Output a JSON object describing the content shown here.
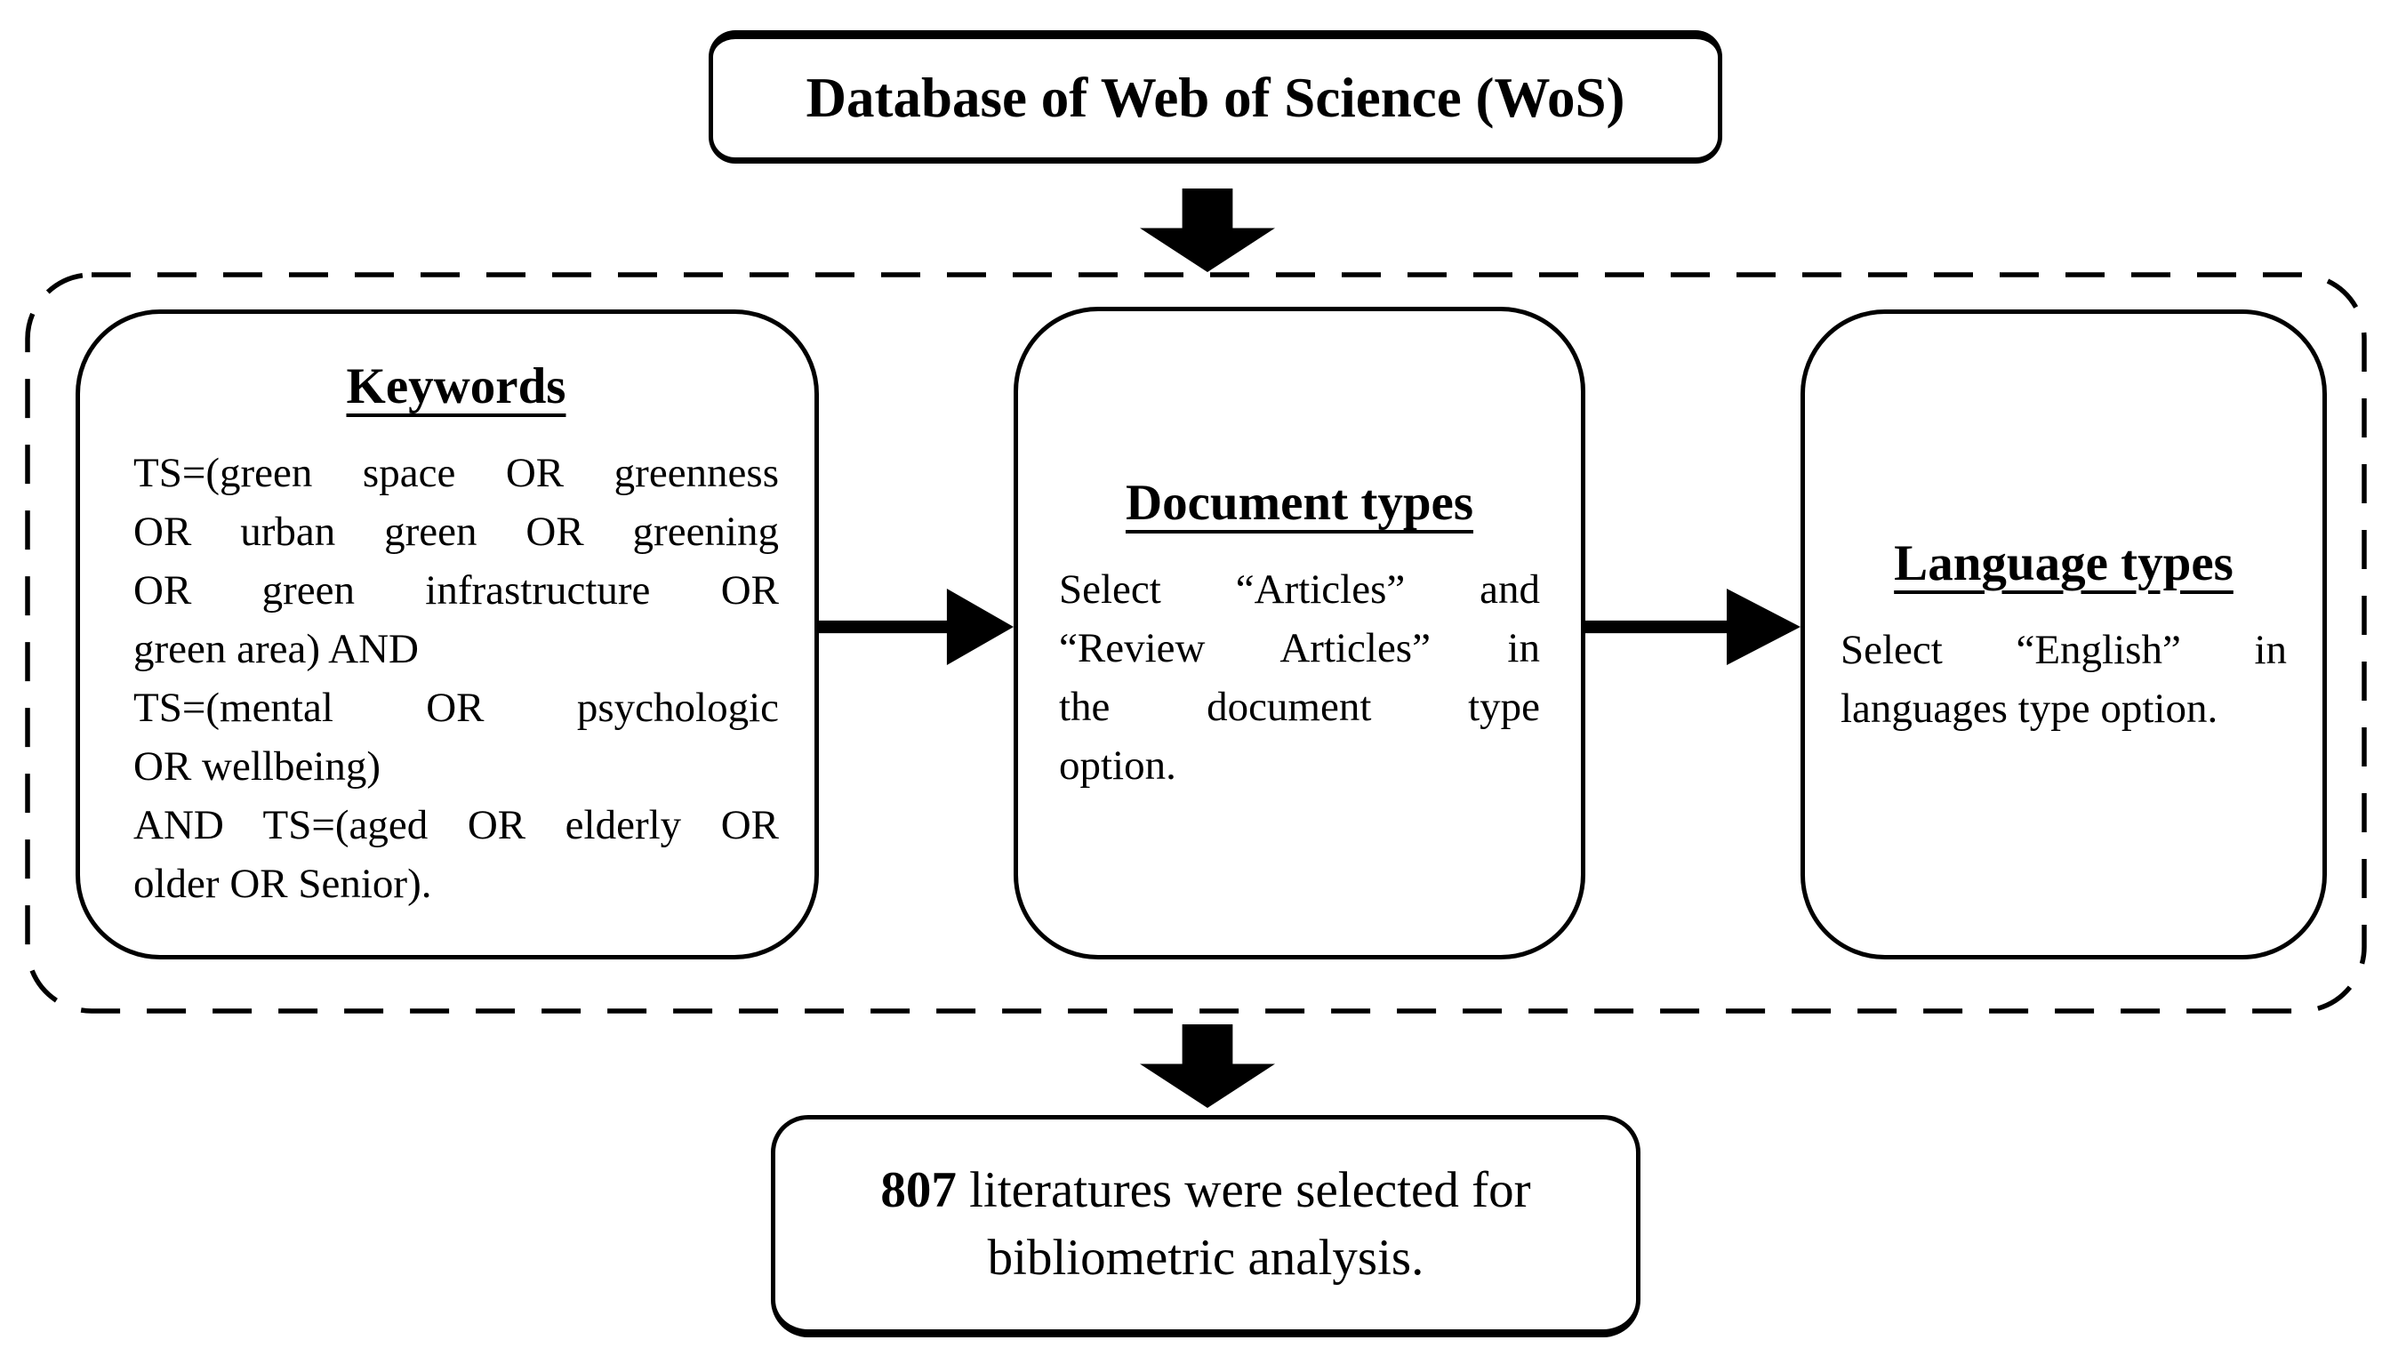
{
  "diagram": {
    "database_box": {
      "label": "Database of Web of Science (WoS)"
    },
    "filter_container": {
      "keywords_box": {
        "title": "Keywords",
        "lines": [
          "TS=(green space OR greenness",
          "OR urban green OR greening",
          "OR green infrastructure OR",
          "green area) AND",
          "TS=(mental OR psychologic",
          "OR wellbeing)",
          "AND TS=(aged OR elderly OR",
          "older OR Senior)."
        ]
      },
      "document_types_box": {
        "title": "Document types",
        "lines": [
          "Select “Articles” and",
          "“Review Articles” in",
          "the document type",
          "option."
        ]
      },
      "language_types_box": {
        "title": "Language types",
        "lines": [
          "Select “English” in",
          "languages type option."
        ]
      }
    },
    "result_box": {
      "count": "807",
      "line1_rest": " literatures were selected for",
      "line2": "bibliometric analysis."
    },
    "icons": {
      "down_arrow": "arrow-down-icon (solid black ▼ connector)",
      "right_arrow": "arrow-right-icon (solid black ► connector)"
    },
    "colors": {
      "line": "#000000",
      "background": "#ffffff"
    }
  }
}
